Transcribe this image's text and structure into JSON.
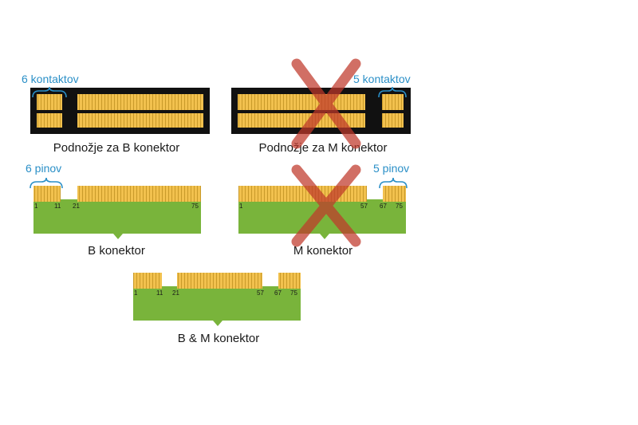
{
  "colors": {
    "socket_body": "#111111",
    "contact_gold": "#f2c14e",
    "pcb_green": "#79b43b",
    "label_blue": "#2a8fc7",
    "cross_red": "#c0392b"
  },
  "socket_b": {
    "caption": "Podnožje za B konektor",
    "bracket_label": "6 kontaktov"
  },
  "socket_m": {
    "caption": "Podnožje za M konektor",
    "bracket_label": "5 kontaktov",
    "crossed_out": true
  },
  "card_b": {
    "caption": "B konektor",
    "bracket_label": "6 pinov",
    "pins": [
      "1",
      "11",
      "21",
      "75"
    ]
  },
  "card_m": {
    "caption": "M konektor",
    "bracket_label": "5 pinov",
    "pins": [
      "1",
      "57",
      "67",
      "75"
    ],
    "crossed_out": true
  },
  "card_bm": {
    "caption": "B & M konektor",
    "pins": [
      "1",
      "11",
      "21",
      "57",
      "67",
      "75"
    ]
  }
}
